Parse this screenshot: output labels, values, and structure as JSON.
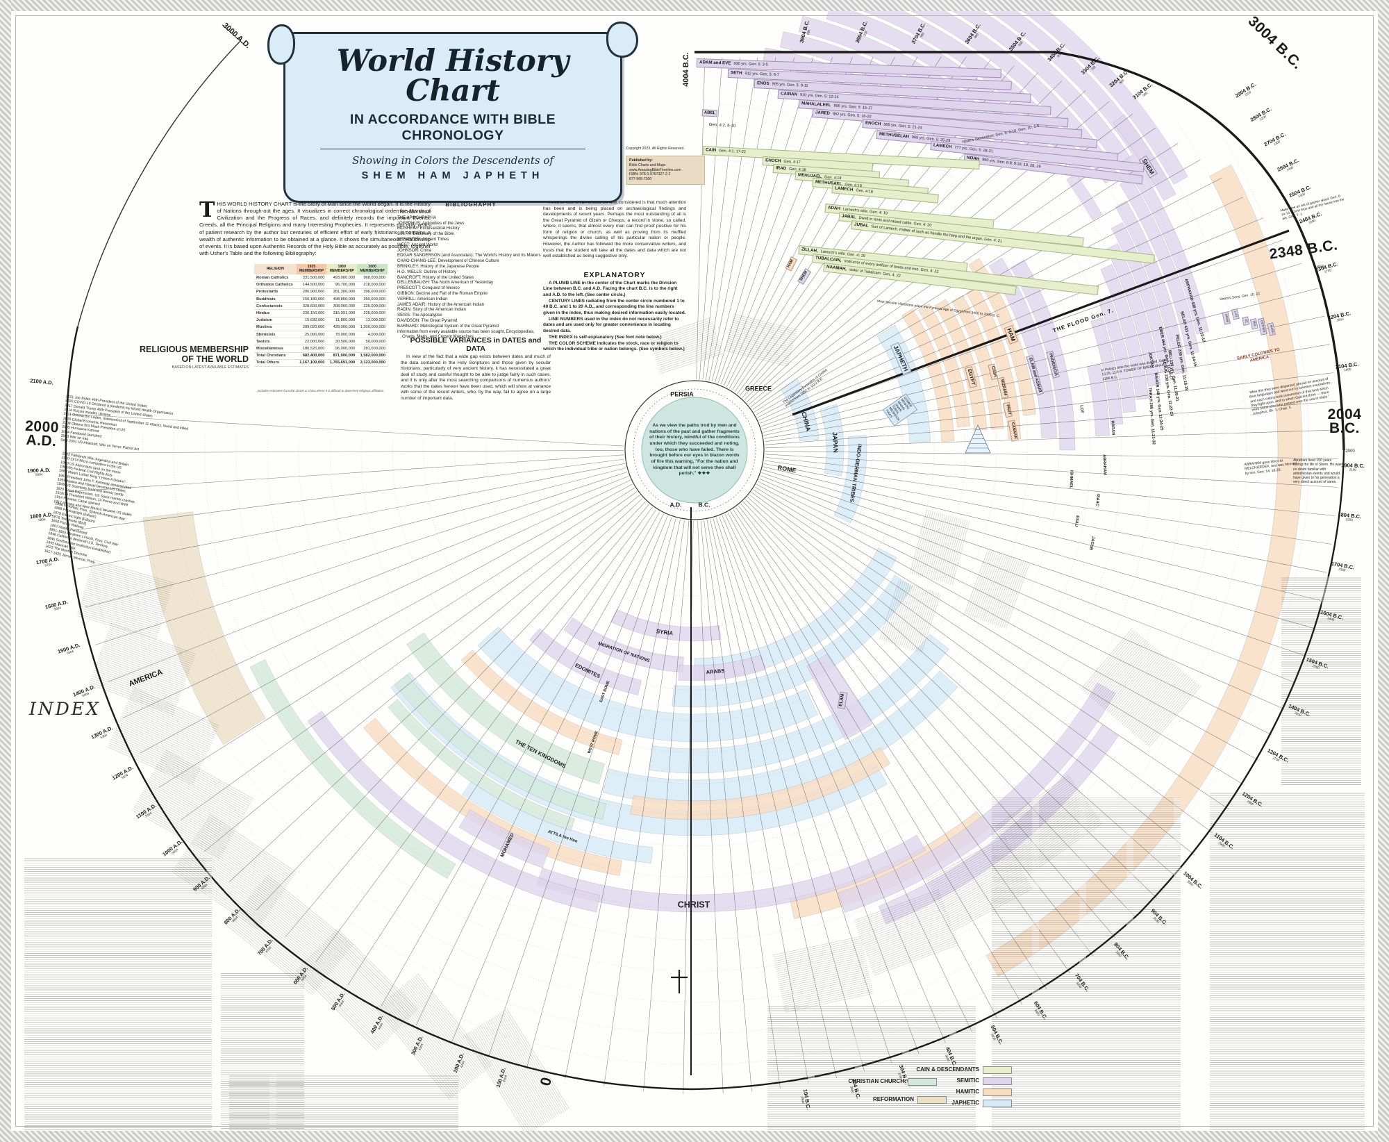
{
  "poster": {
    "title": "World History Chart",
    "subtitle": "IN ACCORDANCE WITH BIBLE CHRONOLOGY",
    "tagline": "Showing in Colors the Descendents of",
    "names_line": "SHEM HAM JAPHETH",
    "copyright": "Copyright 2023.  All Rights Reserved.",
    "publisher": {
      "label": "Published by:",
      "lines": [
        "Bible Charts and Maps",
        "www.AmazingBibleTimeline.com",
        "ISBN: 978-0-9767327-2-2",
        "877-966-7300"
      ]
    }
  },
  "intro": {
    "text": "HIS WORLD HISTORY CHART is the Story of Man since the World began. It is the History of Nations through-out the ages. It visualizes in correct chronological order the March of Civilization and the Progress of Races, and definitely records the important Events, Creeds, all the Principal Religions and many Interesting Prophecies. It represents not only years of patient research by the author but centuries of efficient effort of early historians. It contains a wealth of authentic information to be obtained at a glance. It shows the simultaneous relationship of events. It is based upon Authentic Records of the Holy Bible as accurately as possible, together with Usher's Table and the following Bibliography:"
  },
  "religion_table": {
    "side_label": "RELIGIOUS MEMBERSHIP OF THE WORLD",
    "side_note": "BASED ON LATEST AVAILABLE ESTIMATES",
    "columns": [
      "RELIGION",
      "1925 MEMBERSHIP",
      "1950 MEMBERSHIP",
      "2000 MEMBERSHIP"
    ],
    "header_colors": [
      "#f4e1cf",
      "#f6c7a6",
      "#e9edc4",
      "#c9e5c5"
    ],
    "rows": [
      [
        "Roman Catholics",
        "331,500,000",
        "493,000,000",
        "968,000,000"
      ],
      [
        "Orthodox Catholics",
        "144,500,000",
        "96,700,000",
        "218,000,000"
      ],
      [
        "Protestants",
        "206,900,000",
        "281,300,000",
        "396,000,000"
      ],
      [
        "Buddhists",
        "150,180,000",
        "498,800,000",
        "350,000,000"
      ],
      [
        "Confucianists",
        "328,600,000",
        "308,000,000",
        "225,000,000"
      ],
      [
        "Hindus",
        "230,150,000",
        "315,091,000",
        "225,000,000"
      ],
      [
        "Judaism",
        "15,630,000",
        "11,800,000",
        "13,000,000"
      ],
      [
        "Muslims",
        "209,020,000",
        "428,000,000",
        "1,300,000,000"
      ],
      [
        "Shintoists",
        "25,000,000",
        "78,000,000",
        "4,000,000"
      ],
      [
        "Taoists",
        "22,000,000",
        "30,500,000",
        "50,000,000"
      ],
      [
        "Miscellaneous",
        "186,520,000",
        "96,000,000",
        "281,000,000"
      ],
      [
        "Total Christians",
        "682,400,000",
        "871,000,000",
        "1,582,000,000"
      ],
      [
        "Total Others",
        "1,167,100,000",
        "1,765,691,000",
        "3,123,000,000"
      ]
    ],
    "footnote": "Includes estimates from the USSR & China where it is difficult to determine religious affiliation."
  },
  "bibliography": {
    "heading": "BIBLIOGRAPHY",
    "entries": [
      "THE HOLY BIBLE",
      "THE APOCHRYPHA",
      "JOSEPHUS: Antiquities of the Jews",
      "MOSHEIM: Ecclesiastical History",
      "SMITH: Dictionary of the Bible",
      "BREASTED: Ancient Times",
      "WEST: Ancient World",
      "JOHNSON: China",
      "EDGAR SANDERSON (and Associates): The World's History and Its Makers",
      "CHAO-CHANG-LEE: Development of Chinese Culture",
      "BRINKLEY: History of the Japanese People",
      "H.G. WELLS: Outline of History",
      "BANCROFT: History of the United States",
      "DELLENBAUGH: The North American of Yesterday",
      "PRESCOTT: Conquest of Mexico",
      "GIBBON: Decline and Fall of the Roman Empire",
      "VERRILL: American Indian",
      "JAMES ADAIR: History of the American Indian",
      "RADIN: Story of the American Indian",
      "SEISS: The Apocalypse",
      "DAVIDSON: The Great Pyramid",
      "BARNARD: Metrological System of the Great Pyramid",
      "Information from every available source has been sought, Encyclopedias, Charts, Maps, and Current Magazines."
    ]
  },
  "variances": {
    "heading": "POSSIBLE VARIANCES in DATES and DATA",
    "text": "In view of the fact that a wide gap exists between dates and much of the data contained in the Holy Scriptures and those given by secular historians, particularly of very ancient history, it has necessitated a great deal of study and careful thought to be able to judge fairly in such cases, and it is only after the most searching comparisons of numerous authors' works that the dates hereon have been used, which will show at variance with some of the recent writers, who, by the way, fail to agree on a large number of important data."
  },
  "another_fact": {
    "text": "Another fact which should be well considered is that much attention has been and is being placed on archaeological findings and developments of recent years. Perhaps the most outstanding of all is the Great Pyramid of Gizeh or Cheops, a record in stone, so called, where, it seems, that almost every man can find proof positive for his form of religion or church, as well as proving from its muffled whisperings the divine calling of his particular nation or people. However, the Author has followed the more conservative writers, and trusts that the student will take all the dates and data which are not well established as being suggestive only."
  },
  "explanatory": {
    "heading": "EXPLANATORY",
    "paragraphs": [
      "A PLUMB LINE in the center of the Chart marks the Division Line between B.C. and A.D. Facing the chart B.C. is to the right and A.D. to the left. (See center circle.)",
      "CENTURY LINES radiating from the center circle numbered 1 to 40 B.C. and 1 to 20 A.D., and corresponding the line numbers given in the index, thus making desired information easily located.",
      "LINE NUMBERS used in the index do not necessarily refer to dates and are used only for greater convenience in locating desired data.",
      "THE INDEX is self-explanatory (See foot note below.)",
      "THE COLOR SCHEME indicates the stock, race or religion to which the individual tribe or nation belongs. (See symbols below.)"
    ]
  },
  "center": {
    "quote": "As we view the paths trod by men and nations of the past and gather fragments of their history, mindful of the conditions under which they succeeded and noting, too, those who have failed. There is brought before our eyes in blazon words of fire this warning, \"For the nation and kingdom that will not serve thee shall perish.\" ❖❖❖",
    "divider_left": "A.D.",
    "divider_right": "B.C."
  },
  "genealogy": {
    "seth_line": [
      {
        "n": "ADAM and EVE",
        "d": "930 yrs.   Gen. 5: 3-5"
      },
      {
        "n": "SETH",
        "d": "912 yrs.   Gen. 5: 6-7"
      },
      {
        "n": "ENOS",
        "d": "905 yrs.   Gen. 5: 9-11"
      },
      {
        "n": "CAINAN",
        "d": "910 yrs.   Gen. 5: 12-14"
      },
      {
        "n": "MAHALALEEL",
        "d": "895 yrs.   Gen. 5: 15-17"
      },
      {
        "n": "JARED",
        "d": "962 yrs.   Gen. 5: 18-20"
      },
      {
        "n": "ENOCH",
        "d": "365 yrs.   Gen. 5: 21-24"
      },
      {
        "n": "METHUSELAH",
        "d": "969 yrs.   Gen. 5: 25-29"
      },
      {
        "n": "LAMECH",
        "d": "777 yrs.   Gen. 5: 28-31"
      },
      {
        "n": "NOAH",
        "d": "950 yrs.   Gen. 6:8; 9:18, 19, 28, 29"
      }
    ],
    "abel": {
      "n": "ABEL",
      "d": "Gen. 4:2, 8-10"
    },
    "cain_line": [
      {
        "n": "CAIN",
        "d": "Gen. 4:1, 17-22"
      },
      {
        "n": "ENOCH",
        "d": "Gen. 4:17"
      },
      {
        "n": "IRAD",
        "d": "Gen. 4:18"
      },
      {
        "n": "MEHUJAEL",
        "d": "Gen. 4:18"
      },
      {
        "n": "METHUSAEL",
        "d": "Gen. 4:18"
      },
      {
        "n": "LAMECH",
        "d": "Gen. 4:18"
      },
      {
        "n": "ADAH",
        "d": "Lamech's wife.    Gen. 4: 19"
      },
      {
        "n": "JABAL",
        "d": "Dwelt in tents and raised cattle.     Gen. 4: 20"
      },
      {
        "n": "JUBAL",
        "d": "Son of Lamech.  Father of such as handle the harp and the organ.     Gen. 4: 21"
      },
      {
        "n": "ZILLAH,",
        "d": "Lamech's wife.    Gen. 4: 19"
      },
      {
        "n": "TUBALCAIN,",
        "d": "instructor of every artificer of brass and iron.     Gen. 4: 22"
      },
      {
        "n": "NAAMAH,",
        "d": "sister of Tubalcain.     Gen. 4: 22"
      }
    ],
    "noah_note": "Noah's Generation:   Gen. 6: 9-10.    Gen. 10: 1-5."
  },
  "radial_labels": [
    "CHINA",
    "JAPAN",
    "INDO-GERMAN TRIBES",
    "PERSIA",
    "GREECE",
    "ROME",
    "SYRIA",
    "MIGRATION OF NATIONS",
    "EDOMITES",
    "ARABS",
    "CHRIST",
    "THE TEN KINGDOMS",
    "AMERICA",
    "MOHAMED",
    "ATTILA  the Hun",
    "EAST ROME",
    "WEST ROME",
    "JAPHETH",
    "HAM",
    "SHEM",
    "EGYPT",
    "CUSH",
    "MIZRAIM",
    "PHUT",
    "CANAAN",
    "ELAM and ASSUR",
    "PHOENICIA",
    "ELAM",
    "HAM",
    "SHEM",
    "THE FLOOD   Gen. 7.",
    "EARLY COLONIES TO AMERICA"
  ],
  "patriarchs": [
    {
      "n": "ARPHAXAD",
      "d": "438 yrs. Gen. 11:12-13"
    },
    {
      "n": "SELAH",
      "d": "433 yrs. Gen. 11:14-15"
    },
    {
      "n": "EBER",
      "d": "464 yrs. Gen. 11:16-17"
    },
    {
      "n": "JOKTAN",
      "d": ""
    },
    {
      "n": "PELEG",
      "d": "239 yrs. Gen. 11:18-19"
    },
    {
      "n": "REU",
      "d": "239 yrs. Gen. 11:20-21"
    },
    {
      "n": "SERUG",
      "d": "230 yrs. Gen. 11:22-23"
    },
    {
      "n": "NAHOR",
      "d": "148 yrs. Gen. 11:24-25"
    },
    {
      "n": "TERAH",
      "d": "205 yrs. Gen. 11:31-32"
    },
    {
      "n": "HARAN",
      "d": ""
    },
    {
      "n": "LOT",
      "d": ""
    },
    {
      "n": "ABRAHAM",
      "d": ""
    },
    {
      "n": "ISHMAEL",
      "d": ""
    },
    {
      "n": "ISAAC",
      "d": ""
    },
    {
      "n": "ESAU",
      "d": ""
    },
    {
      "n": "JACOB",
      "d": ""
    }
  ],
  "japheth_sons": [
    "GOMER",
    "MAGOG",
    "MADAI",
    "JAVAN",
    "TUBAL",
    "MESHECH",
    "TIRAS"
  ],
  "shems_sons": {
    "note": "Shem's Sons. Gen. 10: 22.",
    "tags": [
      "ARAM",
      "LUD",
      "UZ",
      "HUL",
      "GETHER",
      "MASH"
    ]
  },
  "annotations": {
    "pyramid_age": "Most Secular Historians place the Pyramid Age of Egypt from 3400 to 2000 B. C.",
    "china_dynasties": "The Legendary Dynasties of CHINA extend from 2852 to 1122 B.C.",
    "peleg_babel": "In Peleg's time the world was divided.  Gen. 10:25, 11:4-9.  TOWER OF BABEL about 2286 B.C.",
    "josephus": "\"After this they were dispersed abroad on account of their languages and went out by colonies everywhere, and each colony took possession of that land which they light upon, and to which God led them — there were some also who passed over the sea in ships.\"  Josephus, Bk. 1, Chap. 5.",
    "abraham_tithes": "ABRAHAM gave tithes to MELCHIZEDEK, and was blessed by him.  Gen. 14: 18-20.",
    "abraham_lived": "Abraham lived 150 years during the life of Shem. He was no doubt familiar with antediluvian events and would have given to his generation a very direct account of same.",
    "ark_note": "Make thee an ark of gopher wood. Gen. 6: 14-16.  Come thou and all thy house into the ark. Gen. 7: 1."
  },
  "events": {
    "c2000s": [
      "2021 Joe Biden 46th President of the United States",
      "2020 COVID-19 Declared a pandemic by World Health Organization",
      "2017 Donald Trump 45th President of the United States",
      "2014 Russia invades Ukraine",
      "2011 Osama Bin Laden, mastermind of September 11 attacks, found and killed",
      "2009 Global Economic Recession",
      "2008 Obama first black President of US",
      "2005 Hurricane Katrina",
      "2004 Facebook launched",
      "2003 War on Iraq",
      "Sept 2001 US Attacked, War on Terror, Patriot Act"
    ],
    "c1900s": [
      "1982 Falklands War: Argentina and Britain",
      "1970-1974 Micro-computers in the US",
      "1969 US Astronauts land on the moon",
      "1964/65 Federal Civil Rights Acts",
      "1963 Martin Luther King \"I Have A Dream\"",
      "1963 President John F. Kennedy assassinated",
      "1959 Alaska and Hawaii became US states",
      "1945 US Scientists build first atomic bomb",
      "1929 Great Depression, US Stock market crashes",
      "1918/19 President Wilson, 14 Points and WWI",
      "1914 Panama Canal opened",
      "1912 Arizona and New Mexico became US states"
    ],
    "c1800s": [
      "1898 McKinley, Pres. Spanish-American War",
      "1888 Phonograph (Edison)",
      "1879 Electric light (Edison)",
      "1876 Telephone (Bell)",
      "1869 Pacific Railway",
      "1867 Alaska Purchased",
      "1861-1865 Abraham Lincoln, Pres. Civil War",
      "1848 California declared U.S. Territory",
      "1846 Smithsonian Institution Established",
      "1845 Mexican War",
      "1823 The Monroe Doctrine",
      "1817-1825 James Monroe, Pres."
    ]
  },
  "rim": {
    "bc_top_years": [
      3904,
      3804,
      3704,
      3604,
      3504,
      3404,
      3304,
      3204,
      3104
    ],
    "bc_right_years": [
      2904,
      2804,
      2704,
      2604,
      2504,
      2404,
      2304,
      2204,
      2104,
      2004,
      1904,
      1804,
      1704,
      1604,
      1504,
      1404,
      1304,
      1204,
      1104,
      1004,
      904,
      804,
      704,
      604,
      504,
      404,
      304,
      204,
      104
    ],
    "ad_years": [
      2100,
      1900,
      1800,
      1700,
      1600,
      1500,
      1400,
      1300,
      1200,
      1100,
      1000,
      900,
      800,
      700,
      600,
      500,
      400,
      300,
      200,
      100
    ],
    "start_label": "4004 B.C.",
    "big_3004": "3004 B.C.",
    "big_2348": "2348 B.C.",
    "flood_sub": "1656",
    "big_2004": "2004\nB.C.",
    "sub_2004": "2000",
    "big_2000ad": "2000\nA.D.",
    "label_3000ad": "3000 A.D.",
    "zero": "0"
  },
  "legend": {
    "left": [
      {
        "label": "CHRISTIAN CHURCH",
        "color": "#d2e8da"
      },
      {
        "label": "REFORMATION",
        "color": "#ecdfc6"
      }
    ],
    "right": [
      {
        "label": "CAIN & DESCENDANTS",
        "color": "#e5efcc"
      },
      {
        "label": "SEMITIC",
        "color": "#ded5ec"
      },
      {
        "label": "HAMITIC",
        "color": "#f9dcc0"
      },
      {
        "label": "JAPHETIC",
        "color": "#d6eaf8"
      }
    ]
  },
  "index": {
    "heading": "INDEX"
  }
}
